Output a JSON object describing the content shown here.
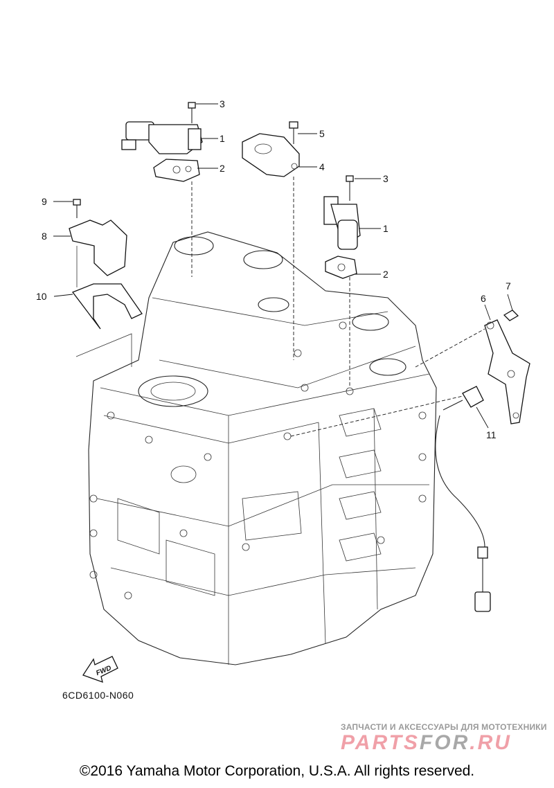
{
  "diagram": {
    "code": "6CD6100-N060",
    "fwd_label": "FWD",
    "callouts": {
      "c3a": "3",
      "c1a": "1",
      "c2a": "2",
      "c5": "5",
      "c4": "4",
      "c3b": "3",
      "c1b": "1",
      "c2b": "2",
      "c9": "9",
      "c8": "8",
      "c10": "10",
      "c7": "7",
      "c6": "6",
      "c11": "11"
    }
  },
  "watermark": {
    "tagline": "ЗАПЧАСТИ И АКСЕССУАРЫ ДЛЯ МОТОТЕХНИКИ",
    "logo_part1": "PARTS",
    "logo_part2": "FOR",
    "logo_part3": ".RU"
  },
  "copyright": "©2016 Yamaha Motor Corporation, U.S.A. All rights reserved."
}
